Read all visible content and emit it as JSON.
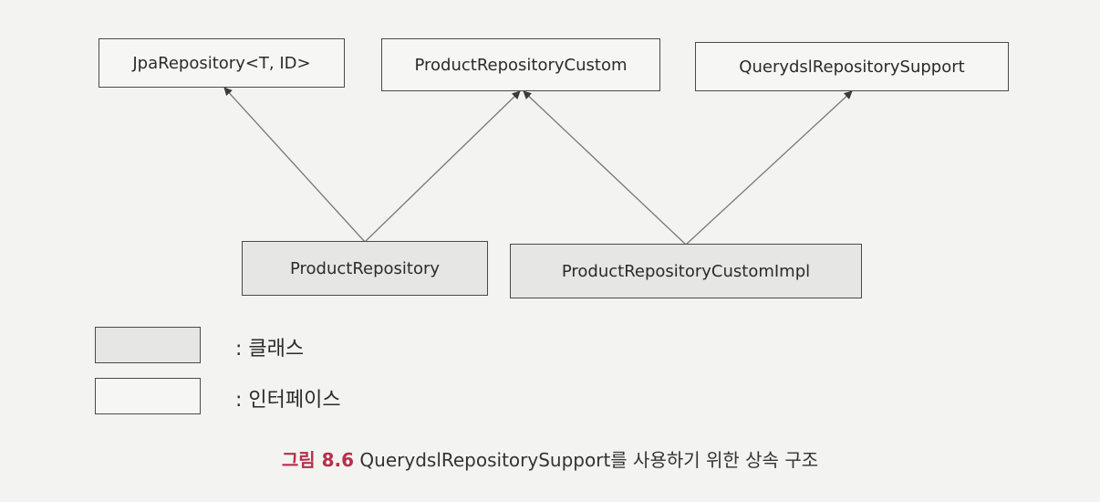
{
  "nodes": {
    "jpa_repository": {
      "label": "JpaRepository<T, ID>",
      "kind": "interface"
    },
    "product_repository_custom": {
      "label": "ProductRepositoryCustom",
      "kind": "interface"
    },
    "querydsl_repository_support": {
      "label": "QuerydslRepositorySupport",
      "kind": "interface"
    },
    "product_repository": {
      "label": "ProductRepository",
      "kind": "class"
    },
    "product_repository_custom_impl": {
      "label": "ProductRepositoryCustomImpl",
      "kind": "class"
    }
  },
  "edges": [
    {
      "from": "product_repository",
      "to": "jpa_repository"
    },
    {
      "from": "product_repository",
      "to": "product_repository_custom"
    },
    {
      "from": "product_repository_custom_impl",
      "to": "product_repository_custom"
    },
    {
      "from": "product_repository_custom_impl",
      "to": "querydsl_repository_support"
    }
  ],
  "legend": {
    "class_label": ": 클래스",
    "interface_label": ": 인터페이스"
  },
  "caption": {
    "figure_number": "그림 8.6",
    "text": " QuerydslRepositorySupport를 사용하기 위한 상속 구조"
  },
  "colors": {
    "caption_accent": "#b5304a",
    "class_fill": "#e6e6e4",
    "interface_fill": "#f6f6f4"
  }
}
